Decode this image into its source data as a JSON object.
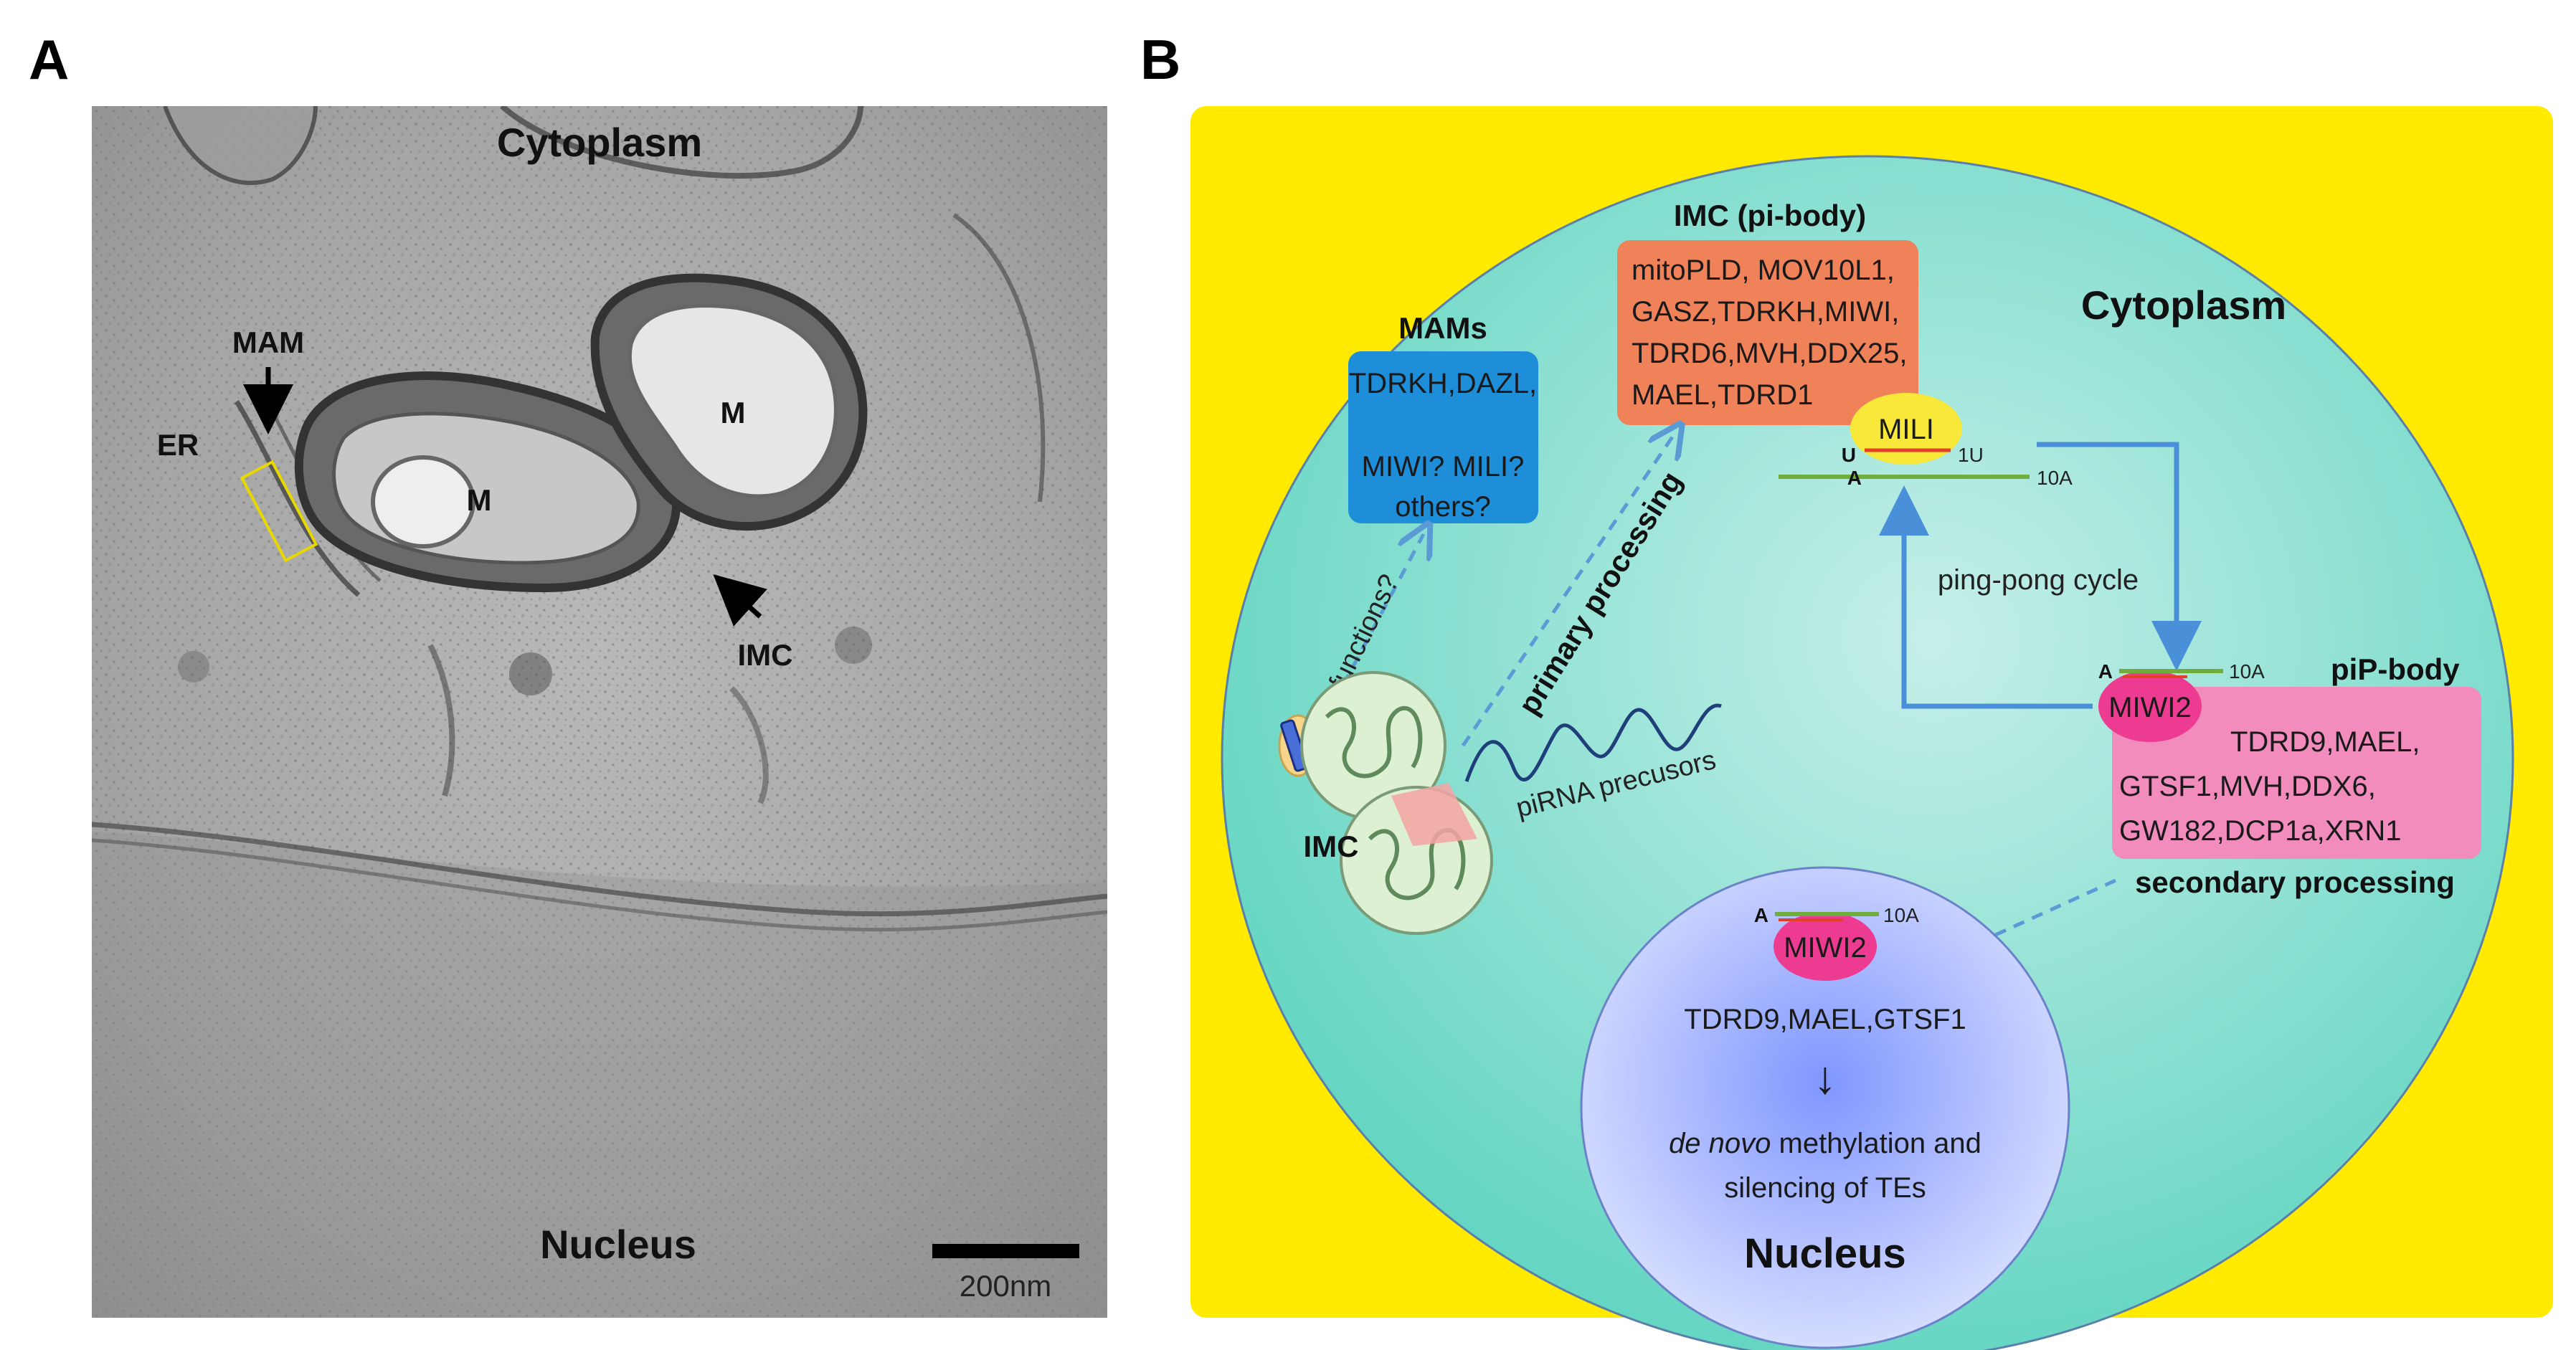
{
  "panel_a": {
    "label": "A",
    "cytoplasm": "Cytoplasm",
    "nucleus": "Nucleus",
    "mam": "MAM",
    "er": "ER",
    "m1": "M",
    "m2": "M",
    "imc": "IMC",
    "scale_bar": "200nm"
  },
  "panel_b": {
    "label": "B",
    "cytoplasm": "Cytoplasm",
    "imc_title": "IMC (pi-body)",
    "imc_lines": [
      "mitoPLD, MOV10L1,",
      "GASZ,TDRKH,MIWI,",
      "TDRD6,MVH,DDX25,",
      "MAEL,TDRD1"
    ],
    "mams_title": "MAMs",
    "mams_lines": [
      "TDRKH,DAZL,",
      "MIWI? MILI?",
      "others?"
    ],
    "mili": "MILI",
    "mili_u": "U",
    "mili_1u": "1U",
    "mili_a": "A",
    "mili_10a": "10A",
    "ping_pong": "ping-pong cycle",
    "pip_title": "piP-body",
    "miwi2": "MIWI2",
    "pip_a": "A",
    "pip_10a": "10A",
    "pip_lines": [
      "TDRD9,MAEL,",
      "GTSF1,MVH,DDX6,",
      "GW182,DCP1a,XRN1"
    ],
    "secondary": "secondary processing",
    "functions": "functions?",
    "primary": "primary processing",
    "precursors": "piRNA precusors",
    "imc_label": "IMC",
    "nuc_miwi2": "MIWI2",
    "nuc_a": "A",
    "nuc_10a": "10A",
    "nuc_proteins": "TDRD9,MAEL,GTSF1",
    "arrow": "↓",
    "de_novo": "de novo",
    "methylation_rest": " methylation and",
    "silencing": "silencing of TEs",
    "nucleus": "Nucleus"
  }
}
